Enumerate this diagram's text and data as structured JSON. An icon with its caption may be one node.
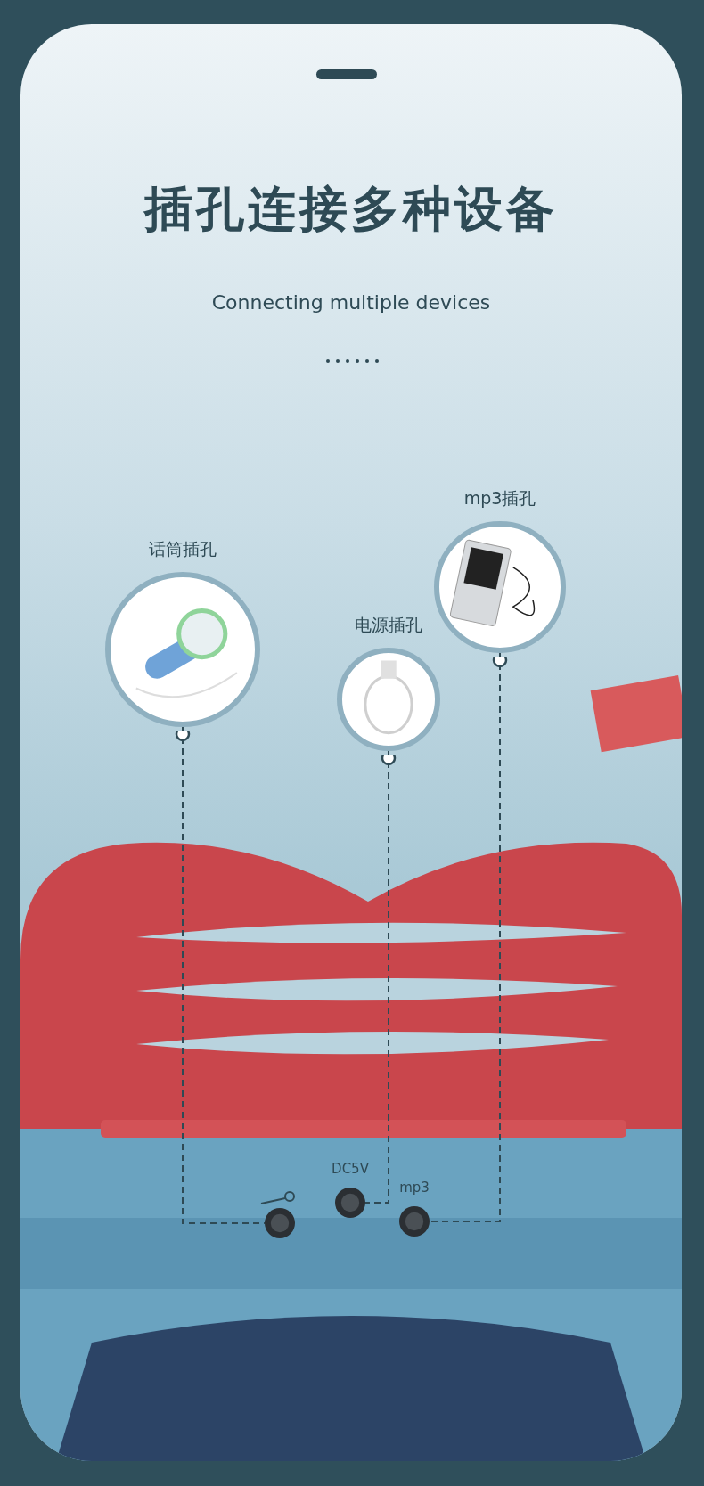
{
  "diagram": {
    "title": "插孔连接多种设备",
    "nodes": [
      {
        "text": [
          "话筒插孔"
        ]
      },
      {
        "text": [
          "电源插孔"
        ]
      },
      {
        "text": [
          "mp3插孔"
        ]
      },
      {
        "text": [],
        "shape": "circle"
      },
      {
        "text": [],
        "shape": "circle",
        "beside": [
          "DC5V"
        ]
      },
      {
        "text": [],
        "shape": "circle",
        "beside": [
          "mp3"
        ]
      }
    ],
    "edges": [
      {
        "from": 0,
        "to": 3,
        "arrow": "other",
        "style": "dashed"
      },
      {
        "from": 1,
        "to": 4,
        "arrow": "other",
        "style": "dashed"
      },
      {
        "from": 2,
        "to": 5,
        "arrow": "other",
        "style": "dashed"
      }
    ],
    "labels": [
      "Connecting multiple devices"
    ]
  }
}
